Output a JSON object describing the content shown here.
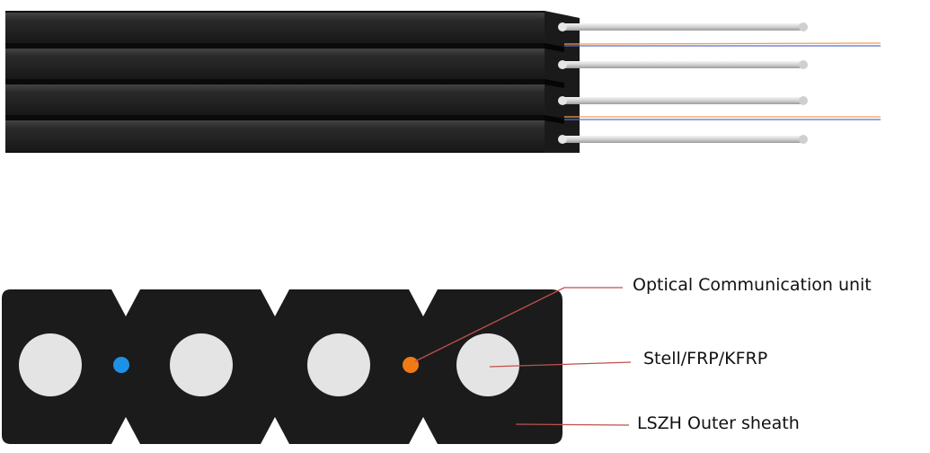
{
  "labels": {
    "optical_unit": "Optical Communication unit",
    "strength_member": "Stell/FRP/KFRP",
    "outer_sheath": "LSZH Outer sheath"
  },
  "colors": {
    "sheath": "#1b1b1b",
    "sheath_highlight": "#3a3a3a",
    "strength_member": "#e4e4e4",
    "fiber_blue": "#1e90e6",
    "fiber_orange": "#f07a16",
    "leader_line": "#c0504d",
    "background": "#ffffff"
  },
  "icons": {
    "side_view": "flat-drop-cable-side-view",
    "cross_section": "flat-drop-cable-cross-section"
  }
}
